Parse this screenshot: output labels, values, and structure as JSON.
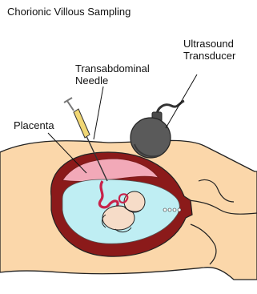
{
  "title": "Chorionic Villous Sampling",
  "labels": {
    "needle": "Transabdominal\nNeedle",
    "transducer": "Ultrasound\nTransducer",
    "placenta": "Placenta"
  },
  "colors": {
    "skin": "#fbd7aa",
    "uterus_wall": "#8b1a1a",
    "placenta": "#f2a9b8",
    "amniotic_fluid": "#bfeef3",
    "fetus": "#f6dcc8",
    "transducer": "#5a5a5a",
    "syringe": "#f1d774"
  }
}
